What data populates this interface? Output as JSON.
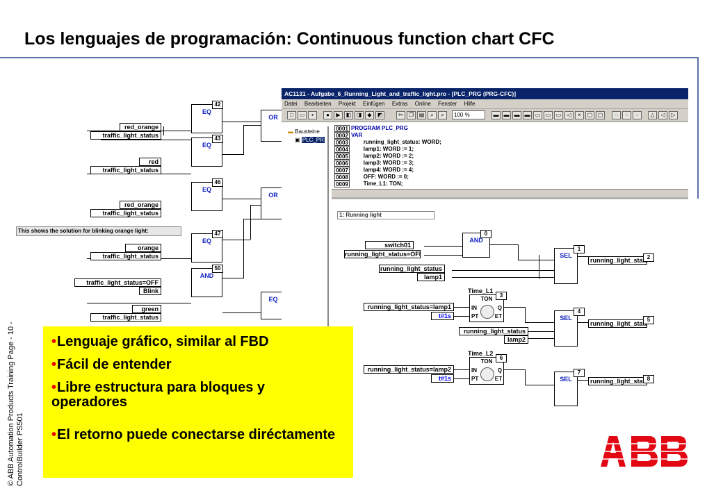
{
  "title": "Los lenguajes de programación: Continuous function chart CFC",
  "side_text": [
    "© ABB Automation Products Training Page - 10 -",
    "ControlBuilder PS501"
  ],
  "annotation": "This shows the solution for blinking orange light:",
  "left_diagram": {
    "inputs": [
      "red_orange",
      "traffic_light_status",
      "red",
      "traffic_light_status",
      "red_orange",
      "traffic_light_status",
      "orange",
      "traffic_light_status",
      "traffic_light_status=OFF",
      "Blink",
      "green",
      "traffic_light_status"
    ],
    "blocks": [
      {
        "name": "EQ",
        "num": "42"
      },
      {
        "name": "EQ",
        "num": "43"
      },
      {
        "name": "EQ",
        "num": "46"
      },
      {
        "name": "EQ",
        "num": "47"
      },
      {
        "name": "AND",
        "num": "50"
      },
      {
        "name": "OR",
        "num": ""
      },
      {
        "name": "OR",
        "num": ""
      },
      {
        "name": "EQ",
        "num": ""
      }
    ]
  },
  "window": {
    "title": "AC1131 - Aufgabe_6_Running_Light_and_traffic_light.pro - [PLC_PRG (PRG-CFC)]",
    "menu": [
      "Datei",
      "Bearbeiten",
      "Projekt",
      "Einfügen",
      "Extras",
      "Online",
      "Fenster",
      "Hilfe"
    ],
    "zoom": "100 %",
    "tree": {
      "root": "Bausteine",
      "item": "PLC_PR"
    },
    "code_lines": [
      {
        "num": "0001",
        "text": "PROGRAM PLC_PRG"
      },
      {
        "num": "0002",
        "text": "VAR"
      },
      {
        "num": "0003",
        "text": "        running_light_status: WORD;"
      },
      {
        "num": "0004",
        "text": "        lamp1: WORD := 1;"
      },
      {
        "num": "0005",
        "text": "        lamp2: WORD := 2;"
      },
      {
        "num": "0006",
        "text": "        lamp3: WORD := 3;"
      },
      {
        "num": "0007",
        "text": "        lamp4: WORD := 4;"
      },
      {
        "num": "0008",
        "text": "        OFF: WORD := 0;"
      },
      {
        "num": "0009",
        "text": "        Time_L1: TON;"
      }
    ],
    "network_label": "1: Running light",
    "cfc": {
      "inputs": [
        "switch01",
        "running_light_status=OFF",
        "running_light_status",
        "lamp1",
        "running_light_status=lamp1",
        "t#1s",
        "running_light_status",
        "lamp2",
        "running_light_status=lamp2",
        "t#1s"
      ],
      "outputs": [
        "running_light_status",
        "running_light_status",
        "running_light_status"
      ],
      "blocks": [
        {
          "name": "AND",
          "num": "0"
        },
        {
          "name": "SEL",
          "num": "1"
        },
        {
          "name": "TON",
          "num": "3",
          "instance": "Time_L1",
          "pins_in": [
            "IN",
            "PT"
          ],
          "pins_out": [
            "Q",
            "ET"
          ]
        },
        {
          "name": "SEL",
          "num": "4"
        },
        {
          "name": "TON",
          "num": "6",
          "instance": "Time_L2",
          "pins_in": [
            "IN",
            "PT"
          ],
          "pins_out": [
            "Q",
            "ET"
          ]
        },
        {
          "name": "SEL",
          "num": "7"
        }
      ],
      "output_nums": [
        "2",
        "5",
        "8"
      ]
    }
  },
  "bullets": [
    "Lenguaje gráfico, similar al FBD",
    "Fácil de entender",
    "Libre estructura para bloques y operadores",
    "El retorno puede conectarse diréctamente"
  ],
  "logo": "ABB",
  "colors": {
    "rule": "#5a6ea8",
    "highlight": "#ffff00",
    "bullet": "#e00000",
    "logo": "#e30613",
    "titlebar": "#0a246a"
  }
}
